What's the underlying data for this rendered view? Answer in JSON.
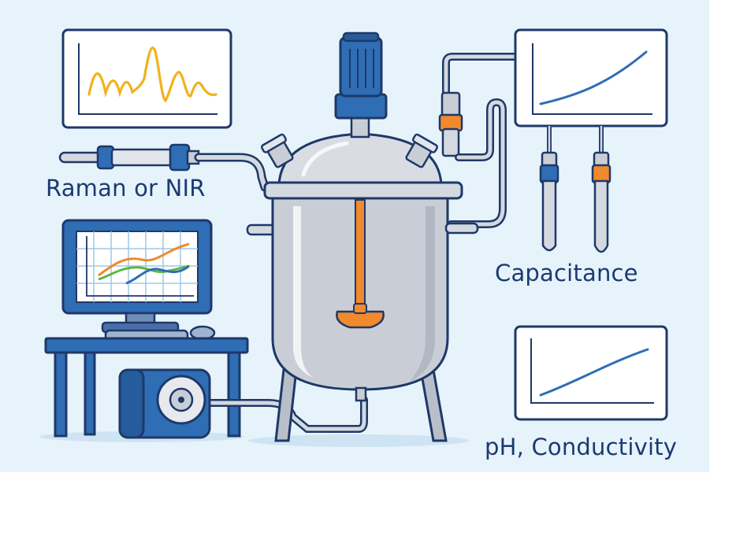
{
  "labels": {
    "raman": "Raman or NIR",
    "capacitance": "Capacitance",
    "ph": "pH, Conductivity"
  },
  "colors": {
    "background": "#e6f3fb",
    "outline": "#1e3868",
    "brand_blue": "#2f6db5",
    "accent_orange": "#f08a2c",
    "steel": "#c9ced6",
    "text": "#1b3a72",
    "spectrum": "#f2b21c",
    "trend_green": "#5fb646"
  },
  "icons": [
    "reactor-vessel-icon",
    "stirrer-motor-icon",
    "impeller-icon",
    "raman-probe-icon",
    "computer-monitor-icon",
    "peristaltic-pump-icon",
    "capacitance-probe-icon",
    "ph-sensor-icon",
    "spectrum-display-icon",
    "trend-display-icon"
  ]
}
